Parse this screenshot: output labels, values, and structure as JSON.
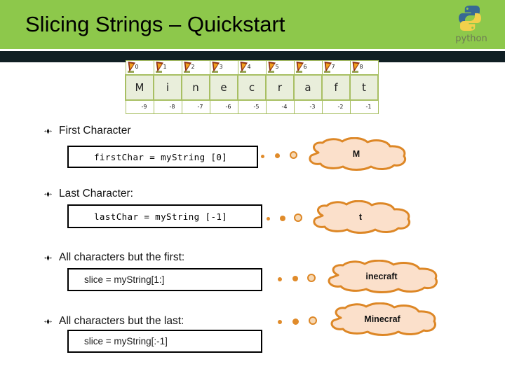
{
  "slide": {
    "title": "Slicing Strings – Quickstart",
    "header_color": "#8dc84b",
    "band_color": "#101f24",
    "accent_color": "#dd8726"
  },
  "logo": {
    "name": "python-logo",
    "word": "python"
  },
  "string_table": {
    "word": "Minecraft",
    "positive_indices": [
      "0",
      "1",
      "2",
      "3",
      "4",
      "5",
      "6",
      "7",
      "8"
    ],
    "characters": [
      "M",
      "i",
      "n",
      "e",
      "c",
      "r",
      "a",
      "f",
      "t"
    ],
    "negative_indices": [
      "-9",
      "-8",
      "-7",
      "-6",
      "-5",
      "-4",
      "-3",
      "-2",
      "-1"
    ],
    "flag_icon": "flag-marker-icon"
  },
  "sections": [
    {
      "heading": "First Character",
      "code": "firstChar = myString [0]",
      "code_style": "mono",
      "result": "M"
    },
    {
      "heading": "Last Character:",
      "code": "lastChar = myString [-1]",
      "code_style": "mono",
      "result": "t"
    },
    {
      "heading": "All characters but the first:",
      "code": "slice = myString[1:]",
      "code_style": "sans",
      "result": "inecraft"
    },
    {
      "heading": "All characters but the last:",
      "code": "slice = myString[:-1]",
      "code_style": "sans",
      "result": "Minecraf"
    }
  ]
}
